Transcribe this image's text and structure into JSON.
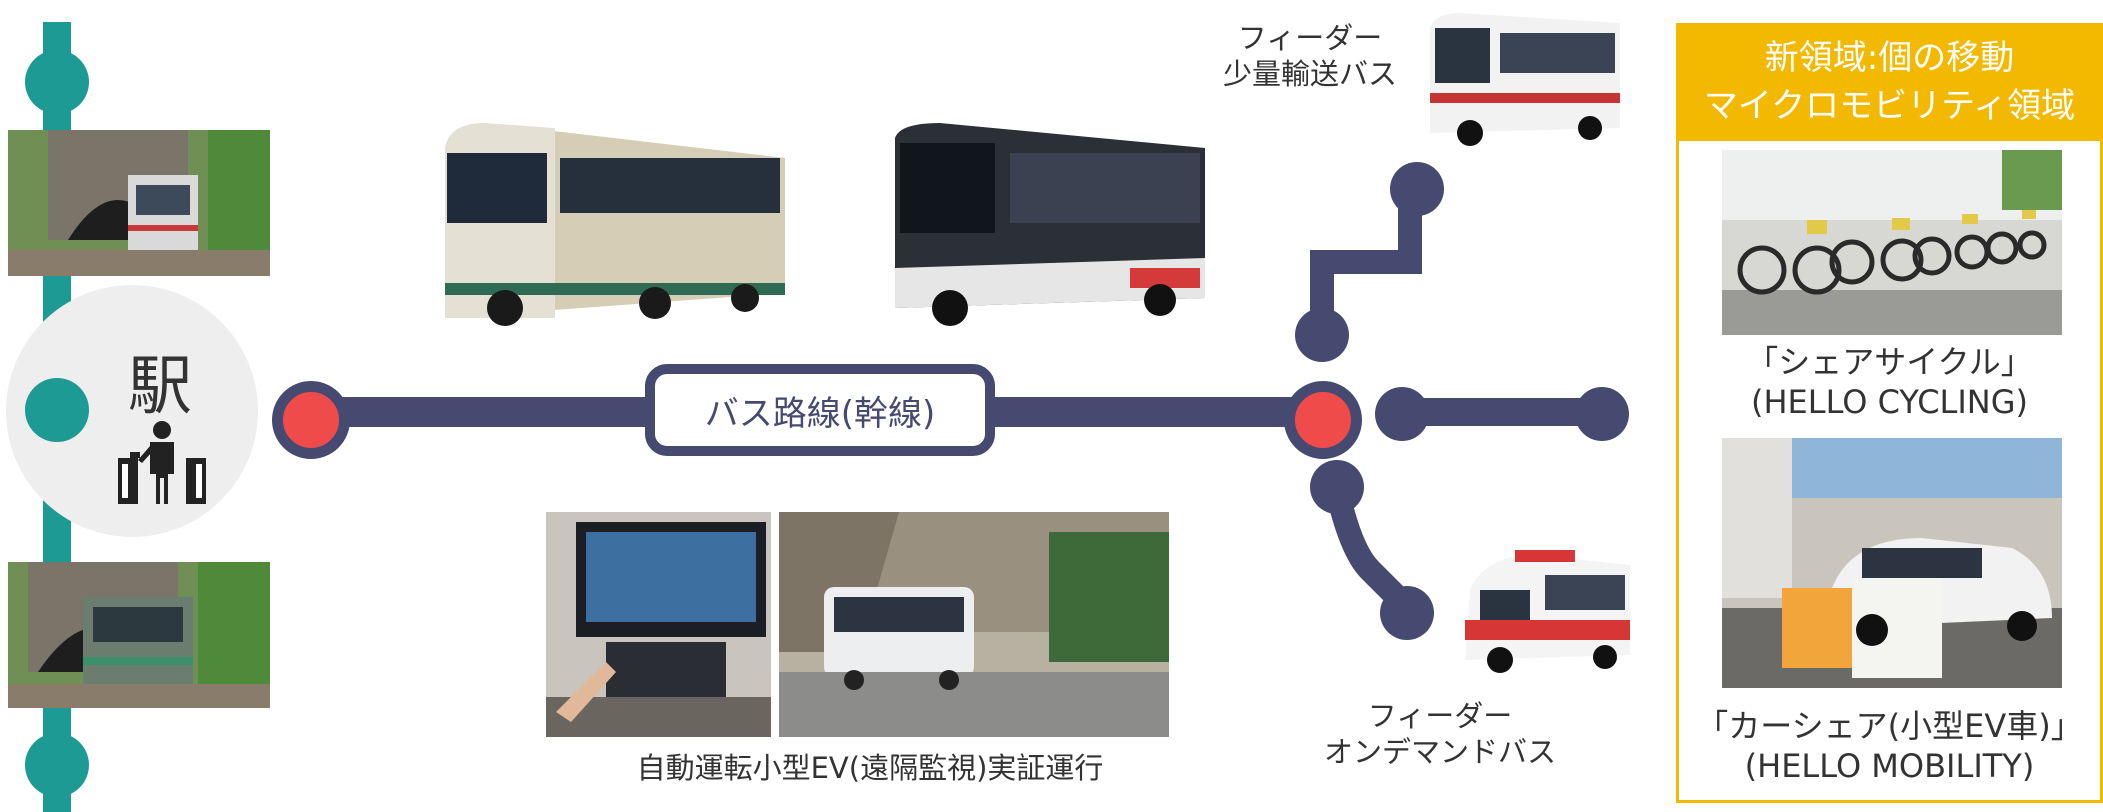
{
  "station": {
    "label": "駅"
  },
  "trunk_route": {
    "label": "バス路線(幹線)"
  },
  "feeder_small_bus": {
    "line1": "フィーダー",
    "line2": "少量輸送バス"
  },
  "feeder_on_demand": {
    "line1": "フィーダー",
    "line2": "オンデマンドバス"
  },
  "autonomous_ev": {
    "caption": "自動運転小型EV(遠隔監視)実証運行"
  },
  "panel": {
    "header_line1": "新領域:個の移動",
    "header_line2": "マイクロモビリティ領域",
    "cycling_line1": "「シェアサイクル」",
    "cycling_line2": "(HELLO CYCLING)",
    "carshare_line1": "「カーシェア(小型EV車)」",
    "carshare_line2": "(HELLO MOBILITY)"
  },
  "colors": {
    "rail": "#1d9a94",
    "route": "#474a70",
    "node": "#f04b4b",
    "accent": "#f3b800"
  }
}
